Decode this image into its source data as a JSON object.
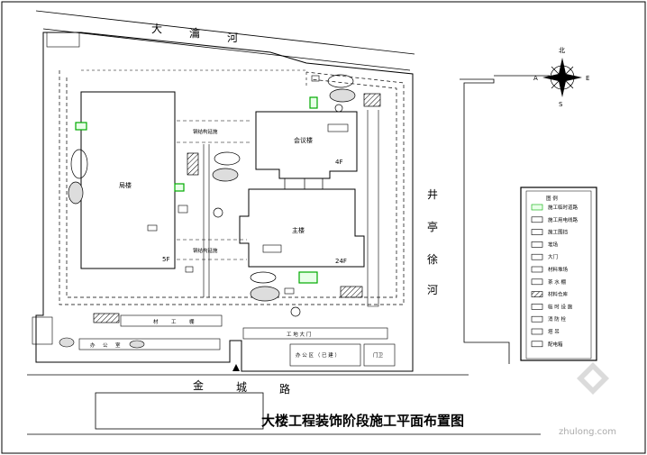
{
  "title": "大楼工程装饰阶段施工平面布置图",
  "rivers": {
    "top": [
      "大",
      "瀹",
      "河"
    ],
    "right": [
      "井",
      "亭",
      "徐",
      "河"
    ]
  },
  "road": [
    "金",
    "城",
    "路"
  ],
  "buildings": {
    "left_name": "局楼",
    "left_floors": "5F",
    "meeting_name": "会议楼",
    "meeting_floors": "4F",
    "main_name": "主楼",
    "main_floors": "24F"
  },
  "scaffold_labels": {
    "upper": "钢结构延施",
    "lower": "钢结构延施"
  },
  "compass": {
    "n": "北",
    "e": "E",
    "w": "A",
    "s": "S"
  },
  "legend": {
    "title": "图  例",
    "items": [
      "施工临时道路",
      "施工用电线路",
      "施工围挡",
      "堆场",
      "大门",
      "材料堆场",
      "茶 水 棚",
      "材料仓库",
      "临 时 设 施",
      "消 防 栓",
      "塔 吊",
      "配电箱"
    ]
  },
  "site_facilities": {
    "row1": [
      "材",
      "工",
      "棚"
    ],
    "row2": [
      "办",
      "公",
      "室"
    ],
    "gate_label": "工  地  大  门",
    "office_label": "办 公 区 （ 已 建 ）",
    "guard_label": "门卫"
  },
  "watermark": "zhulong.com"
}
